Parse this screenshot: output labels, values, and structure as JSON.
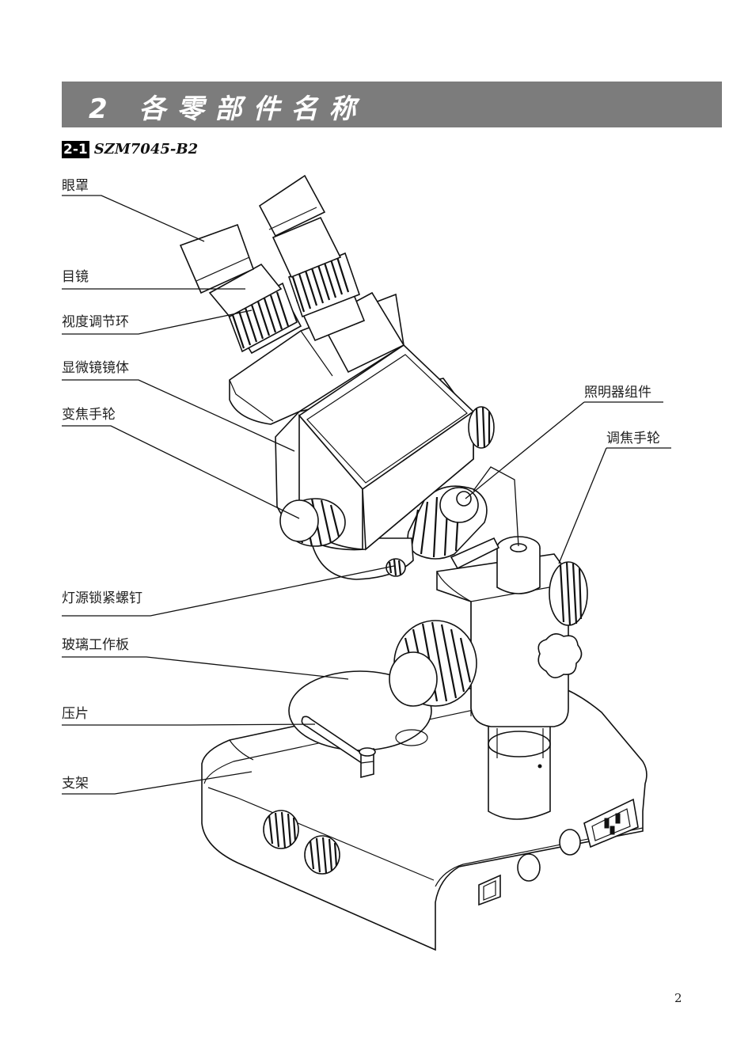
{
  "header": {
    "title": "2 各零部件名称"
  },
  "section": {
    "badge": "2-1",
    "model": "SZM7045-B2"
  },
  "labels": {
    "eyecup": "眼罩",
    "eyepiece": "目镜",
    "diopter_ring": "视度调节环",
    "microscope_body": "显微镜镜体",
    "zoom_knob": "变焦手轮",
    "light_lock_screw": "灯源锁紧螺钉",
    "glass_stage_plate": "玻璃工作板",
    "stage_clip": "压片",
    "stand": "支架",
    "illuminator": "照明器组件",
    "focus_knob": "调焦手轮"
  },
  "footer": {
    "page_number": "2"
  }
}
